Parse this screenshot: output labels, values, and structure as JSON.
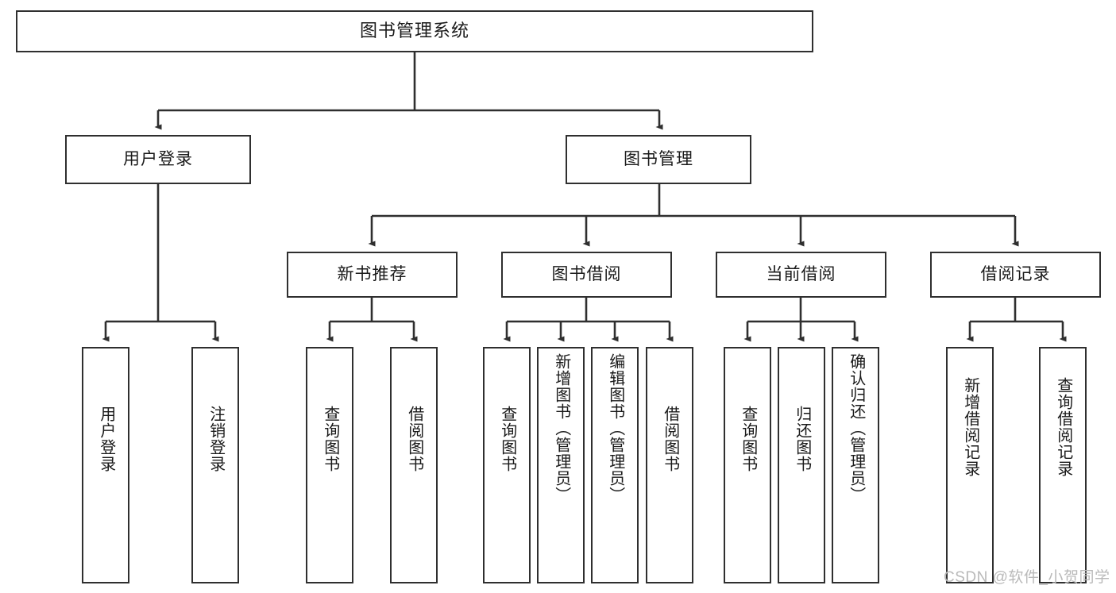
{
  "diagram": {
    "title": "图书管理系统",
    "root": {
      "label": "图书管理系统"
    },
    "level2": [
      {
        "label": "用户登录"
      },
      {
        "label": "图书管理"
      }
    ],
    "level3": [
      {
        "label": "新书推荐"
      },
      {
        "label": "图书借阅"
      },
      {
        "label": "当前借阅"
      },
      {
        "label": "借阅记录"
      }
    ],
    "leaves": {
      "user_login": [
        {
          "label": "用户登录"
        },
        {
          "label": "注销登录"
        }
      ],
      "new_book_recommend": [
        {
          "label": "查询图书"
        },
        {
          "label": "借阅图书"
        }
      ],
      "book_borrow": [
        {
          "label": "查询图书"
        },
        {
          "label": "新增图书（管理员）"
        },
        {
          "label": "编辑图书（管理员）"
        },
        {
          "label": "借阅图书"
        }
      ],
      "current_borrow": [
        {
          "label": "查询图书"
        },
        {
          "label": "归还图书"
        },
        {
          "label": "确认归还（管理员）"
        }
      ],
      "borrow_record": [
        {
          "label": "新增借阅记录"
        },
        {
          "label": "查询借阅记录"
        }
      ]
    }
  },
  "watermark": {
    "text": "CSDN @软件_小贺同学"
  },
  "colors": {
    "stroke": "#2f2f2f",
    "background": "#ffffff",
    "text": "#1a1a1a",
    "watermark": "#b9b9b9"
  }
}
